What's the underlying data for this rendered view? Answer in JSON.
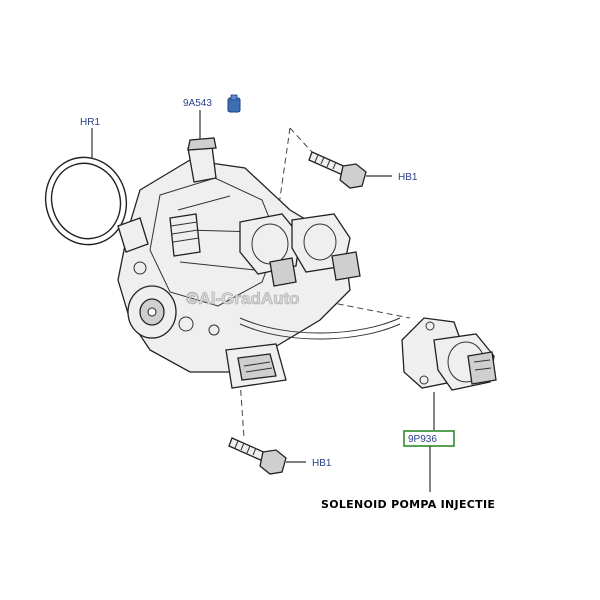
{
  "labels": {
    "hr1": "HR1",
    "part_9a543": "9A543",
    "hb1_top": "HB1",
    "hb1_bottom": "HB1",
    "part_9p936": "9P936"
  },
  "caption": "SOLENOID POMPA INJECTIE",
  "watermark": "©Al-GradAuto",
  "colors": {
    "label_text": "#2a3f8a",
    "highlight_box": "#2e8b2e",
    "connector_blue": "#3d6fb5"
  }
}
